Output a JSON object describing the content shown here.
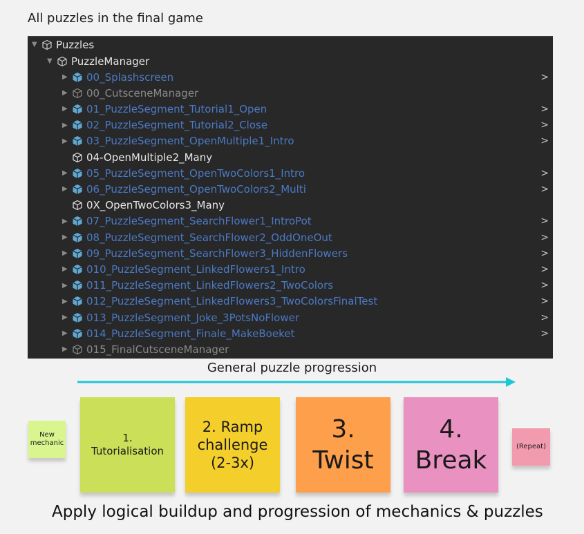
{
  "title": "All puzzles in the final game",
  "hierarchy": {
    "root": "Puzzles",
    "manager": "PuzzleManager",
    "items": [
      {
        "label": "00_Splashscreen",
        "type": "prefab",
        "chevron": true
      },
      {
        "label": "00_CutsceneManager",
        "type": "inactive",
        "chevron": false
      },
      {
        "label": "01_PuzzleSegment_Tutorial1_Open",
        "type": "prefab",
        "chevron": true
      },
      {
        "label": "02_PuzzleSegment_Tutorial2_Close",
        "type": "prefab",
        "chevron": true
      },
      {
        "label": "03_PuzzleSegment_OpenMultiple1_Intro",
        "type": "prefab",
        "chevron": true
      },
      {
        "label": "04-OpenMultiple2_Many",
        "type": "normal",
        "chevron": false
      },
      {
        "label": "05_PuzzleSegment_OpenTwoColors1_Intro",
        "type": "prefab",
        "chevron": true
      },
      {
        "label": "06_PuzzleSegment_OpenTwoColors2_Multi",
        "type": "prefab",
        "chevron": true
      },
      {
        "label": "0X_OpenTwoColors3_Many",
        "type": "normal",
        "chevron": false
      },
      {
        "label": "07_PuzzleSegment_SearchFlower1_IntroPot",
        "type": "prefab",
        "chevron": true
      },
      {
        "label": "08_PuzzleSegment_SearchFlower2_OddOneOut",
        "type": "prefab",
        "chevron": true
      },
      {
        "label": "09_PuzzleSegment_SearchFlower3_HiddenFlowers",
        "type": "prefab",
        "chevron": true
      },
      {
        "label": "010_PuzzleSegment_LinkedFlowers1_Intro",
        "type": "prefab",
        "chevron": true
      },
      {
        "label": "011_PuzzleSegment_LinkedFlowers2_TwoColors",
        "type": "prefab",
        "chevron": true
      },
      {
        "label": "012_PuzzleSegment_LinkedFlowers3_TwoColorsFinalTest",
        "type": "prefab",
        "chevron": true
      },
      {
        "label": "013_PuzzleSegment_Joke_3PotsNoFlower",
        "type": "prefab",
        "chevron": true
      },
      {
        "label": "014_PuzzleSegment_Finale_MakeBoeket",
        "type": "prefab",
        "chevron": true
      },
      {
        "label": "015_FinalCutsceneManager",
        "type": "inactive",
        "chevron": false
      }
    ]
  },
  "progression_label": "General puzzle progression",
  "arrow_color": "#1fc7d6",
  "notes": [
    {
      "id": "new-mechanic",
      "text": "New\nmechanic",
      "color": "#d8f58f"
    },
    {
      "id": "tutorialisation",
      "text": "1.\nTutorialisation",
      "color": "#cbdf58"
    },
    {
      "id": "ramp-challenge",
      "text": "2. Ramp\nchallenge\n(2-3x)",
      "color": "#f4cf2c"
    },
    {
      "id": "twist",
      "text": "3.\nTwist",
      "color": "#fd9f4b"
    },
    {
      "id": "break",
      "text": "4.\nBreak",
      "color": "#e991c0"
    },
    {
      "id": "repeat",
      "text": "(Repeat)",
      "color": "#f29aae"
    }
  ],
  "footer": "Apply logical buildup and progression of mechanics & puzzles"
}
